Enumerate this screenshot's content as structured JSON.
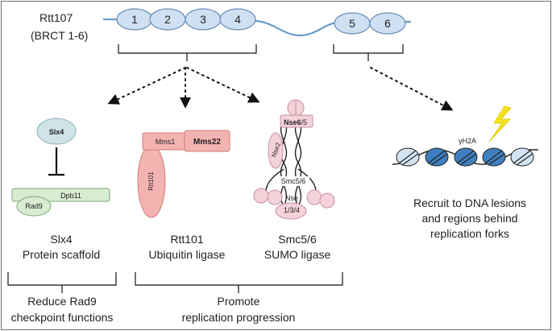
{
  "protein": {
    "name": "Rtt107",
    "domains": "(BRCT 1-6)",
    "brct": [
      "1",
      "2",
      "3",
      "4",
      "5",
      "6"
    ]
  },
  "complexes": {
    "slx4": {
      "parts": {
        "slx4": "Slx4",
        "dpb11": "Dpb11",
        "rad9": "Rad9"
      },
      "label_line1": "Slx4",
      "label_line2": "Protein scaffold"
    },
    "rtt101": {
      "parts": {
        "mms1": "Mms1",
        "mms22": "Mms22",
        "rtt101": "Rtt101"
      },
      "label_line1": "Rtt101",
      "label_line2": "Ubiquitin ligase"
    },
    "smc56": {
      "parts": {
        "nse6": "Nse6",
        "nse6_suffix": "/5",
        "nse2": "Nse2",
        "smc56": "Smc5/6",
        "nse_line1": "Nse",
        "nse_line2": "1/3/4"
      },
      "label_line1": "Smc5/6",
      "label_line2": "SUMO ligase"
    },
    "dna": {
      "histone_label": "γH2A",
      "label_line1": "Recruit to DNA lesions",
      "label_line2": "and regions behind",
      "label_line3": "replication forks"
    }
  },
  "outcomes": {
    "left_line1": "Reduce Rad9",
    "left_line2": "checkpoint functions",
    "right_line1": "Promote",
    "right_line2": "replication progression"
  },
  "colors": {
    "brct_fill": "#cfe0f3",
    "brct_stroke": "#6a8db8",
    "linker": "#6a9cc8",
    "slx4_fill": "#cfe4e8",
    "dpb11_fill": "#d8ecd2",
    "rtt101_fill": "#f3b3b1",
    "smc_fill": "#f3d2da",
    "nucleosome_dark": "#3f7fc0",
    "nucleosome_light": "#d2e4f4",
    "lightning": "#f5e21a"
  }
}
